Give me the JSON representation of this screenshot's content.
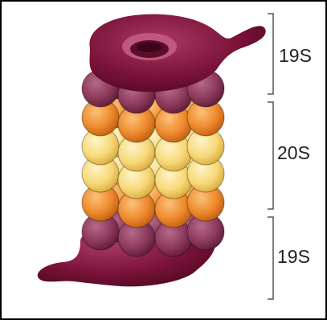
{
  "figure": {
    "labels": {
      "top_cap": "19S",
      "core": "20S",
      "bottom_cap": "19S"
    },
    "colors": {
      "cap": "#7a1238",
      "outer_ring": "#8e3a5c",
      "beta_ring": "#ee8a2e",
      "alpha_ring": "#f7d97a"
    },
    "rings": [
      "outer",
      "beta",
      "alpha",
      "alpha",
      "beta",
      "outer"
    ]
  }
}
